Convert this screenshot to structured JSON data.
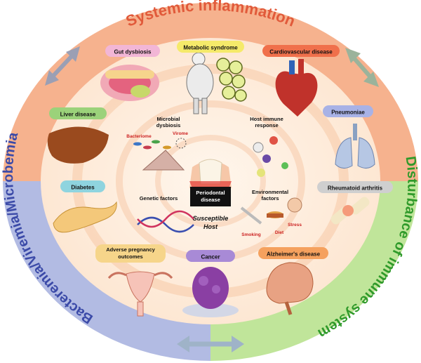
{
  "outer_ring": {
    "top": "Systemic inflammation",
    "left": "Bacteremia/Viremia/Microbemia",
    "right": "Disturbance of immune system",
    "colors": {
      "top": "#f4a47a",
      "left": "#aab4e0",
      "right": "#b9e28f",
      "bottom": "#cfe3a5"
    }
  },
  "center": {
    "badge": "Periodontal disease",
    "caption": "Susceptible Host",
    "factors": {
      "microbial": "Microbial dysbiosis",
      "bacteriome": "Bacteriome",
      "virome": "Virome",
      "immune": "Host immune response",
      "genetic": "Genetic factors",
      "environmental": "Environmental factors",
      "smoking": "Smoking",
      "diet": "Diet",
      "stress": "Stress"
    }
  },
  "diseases": [
    {
      "label": "Gut dysbiosis",
      "color": "#f2b6d6"
    },
    {
      "label": "Metabolic syndrome",
      "color": "#f5ea6a"
    },
    {
      "label": "Cardiovascular disease",
      "color": "#f0704b"
    },
    {
      "label": "Liver disease",
      "color": "#9bd27a"
    },
    {
      "label": "Pneumoniae",
      "color": "#a8b2e6"
    },
    {
      "label": "Diabetes",
      "color": "#8fd4df"
    },
    {
      "label": "Rheumatoid arthritis",
      "color": "#cfcfcf"
    },
    {
      "label": "Adverse pregnancy outcomes",
      "color": "#f6d58a"
    },
    {
      "label": "Cancer",
      "color": "#a88ad6"
    },
    {
      "label": "Alzheimer's disease",
      "color": "#f5a15e"
    }
  ]
}
